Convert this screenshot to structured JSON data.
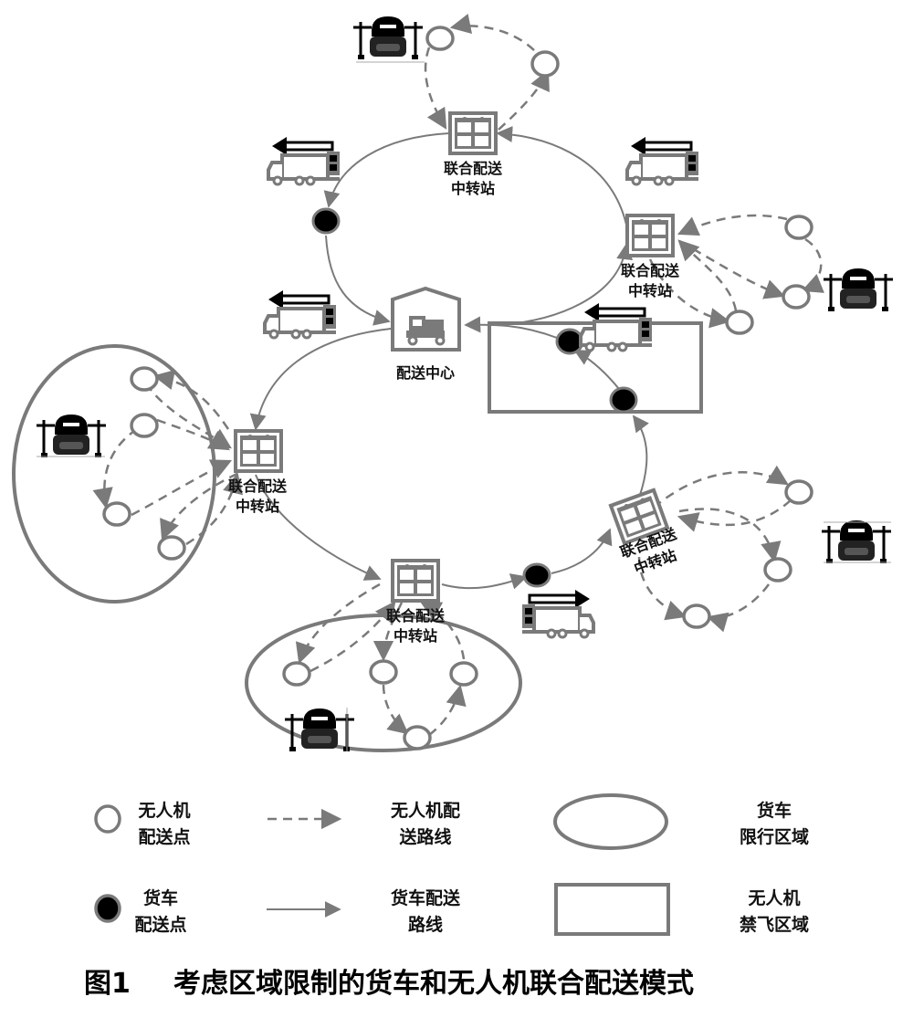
{
  "figure": {
    "caption_number": "图1",
    "caption_text": "考虑区域限制的货车和无人机联合配送模式"
  },
  "nodes": {
    "distribution_center": {
      "label": "配送中心"
    },
    "transfer_station_line1": "联合配送",
    "transfer_station_line2": "中转站",
    "transfer_stations": [
      {
        "id": "top",
        "line1": "联合配送",
        "line2": "中转站"
      },
      {
        "id": "right-upper",
        "line1": "联合配送",
        "line2": "中转站"
      },
      {
        "id": "left",
        "line1": "联合配送",
        "line2": "中转站"
      },
      {
        "id": "bottom",
        "line1": "联合配送",
        "line2": "中转站"
      },
      {
        "id": "right-lower",
        "line1": "联合配送",
        "line2": "中转站"
      }
    ]
  },
  "legend": {
    "items": [
      {
        "symbol": "drone-delivery-point",
        "line1": "无人机",
        "line2": "配送点"
      },
      {
        "symbol": "drone-route",
        "line1": "无人机配",
        "line2": "送路线"
      },
      {
        "symbol": "truck-restricted-zone",
        "line1": "货车",
        "line2": "限行区域"
      },
      {
        "symbol": "truck-delivery-point",
        "line1": "货车",
        "line2": "配送点"
      },
      {
        "symbol": "truck-route",
        "line1": "货车配送",
        "line2": "路线"
      },
      {
        "symbol": "drone-no-fly-zone",
        "line1": "无人机",
        "line2": "禁飞区域"
      }
    ]
  },
  "colors": {
    "stroke": "#7a7a7a",
    "dark": "#000000",
    "text": "#111111",
    "background": "#ffffff"
  }
}
